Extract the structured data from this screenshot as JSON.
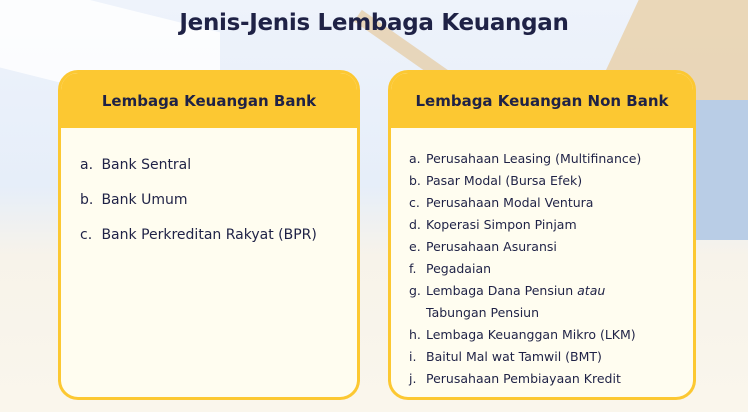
{
  "title": "Jenis-Jenis Lembaga Keuangan",
  "bank": {
    "heading": "Lembaga Keuangan Bank",
    "items": [
      {
        "label": "a.",
        "text": "Bank Sentral"
      },
      {
        "label": "b.",
        "text": "Bank Umum"
      },
      {
        "label": "c.",
        "text": "Bank Perkreditan Rakyat (BPR)"
      }
    ]
  },
  "nonbank": {
    "heading": "Lembaga Keuangan Non Bank",
    "items": [
      {
        "label": "a.",
        "text": "Perusahaan Leasing (Multifinance)"
      },
      {
        "label": "b.",
        "text": "Pasar Modal (Bursa Efek)"
      },
      {
        "label": "c.",
        "text": "Perusahaan Modal Ventura"
      },
      {
        "label": "d.",
        "text": "Koperasi Simpon Pinjam"
      },
      {
        "label": "e.",
        "text": "Perusahaan Asuransi"
      },
      {
        "label": "f.",
        "text": "Pegadaian"
      },
      {
        "label": "g.",
        "text": "Lembaga Dana Pensiun",
        "italic": "atau",
        "cont": "Tabungan Pensiun"
      },
      {
        "label": "h.",
        "text": "Lembaga Keuanggan Mikro (LKM)"
      },
      {
        "label": "i.",
        "text": "Baitul Mal wat Tamwil (BMT)"
      },
      {
        "label": "j.",
        "text": "Perusahaan Pembiayaan Kredit"
      }
    ]
  },
  "colors": {
    "accent": "#fcc832",
    "text": "#1f2246",
    "card": "#fffdf0"
  }
}
